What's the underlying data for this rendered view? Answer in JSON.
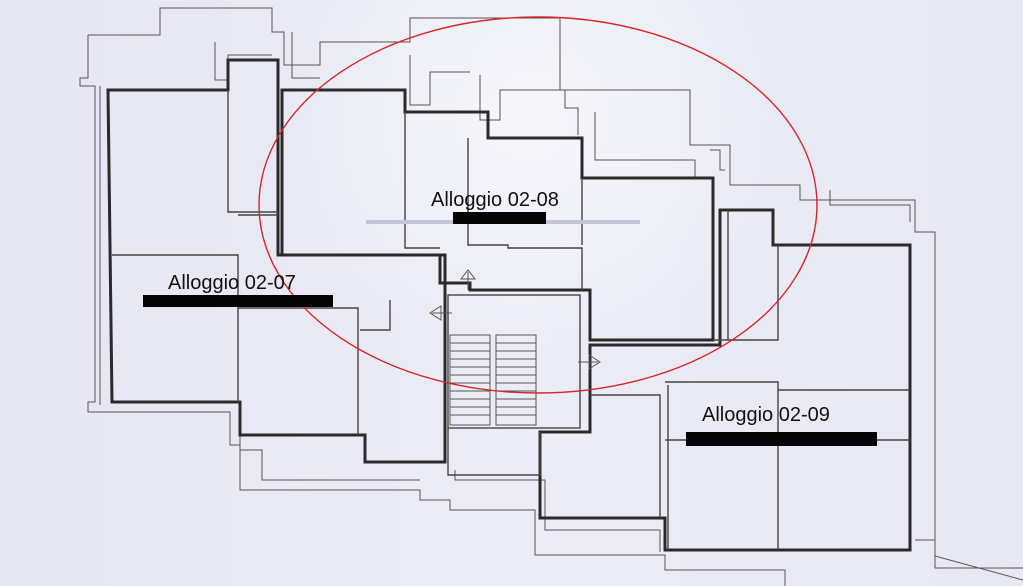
{
  "plan": {
    "units": [
      {
        "name": "Alloggio 02-07"
      },
      {
        "name": "Alloggio 02-08"
      },
      {
        "name": "Alloggio 02-09"
      }
    ],
    "colors": {
      "paper": "#e9e9f4",
      "lines": "#2a2a2a",
      "highlight_ellipse": "#d6262b",
      "redaction": "#050505"
    },
    "icons": [
      "arrow-up-icon",
      "arrow-left-icon",
      "arrow-right-icon"
    ]
  }
}
